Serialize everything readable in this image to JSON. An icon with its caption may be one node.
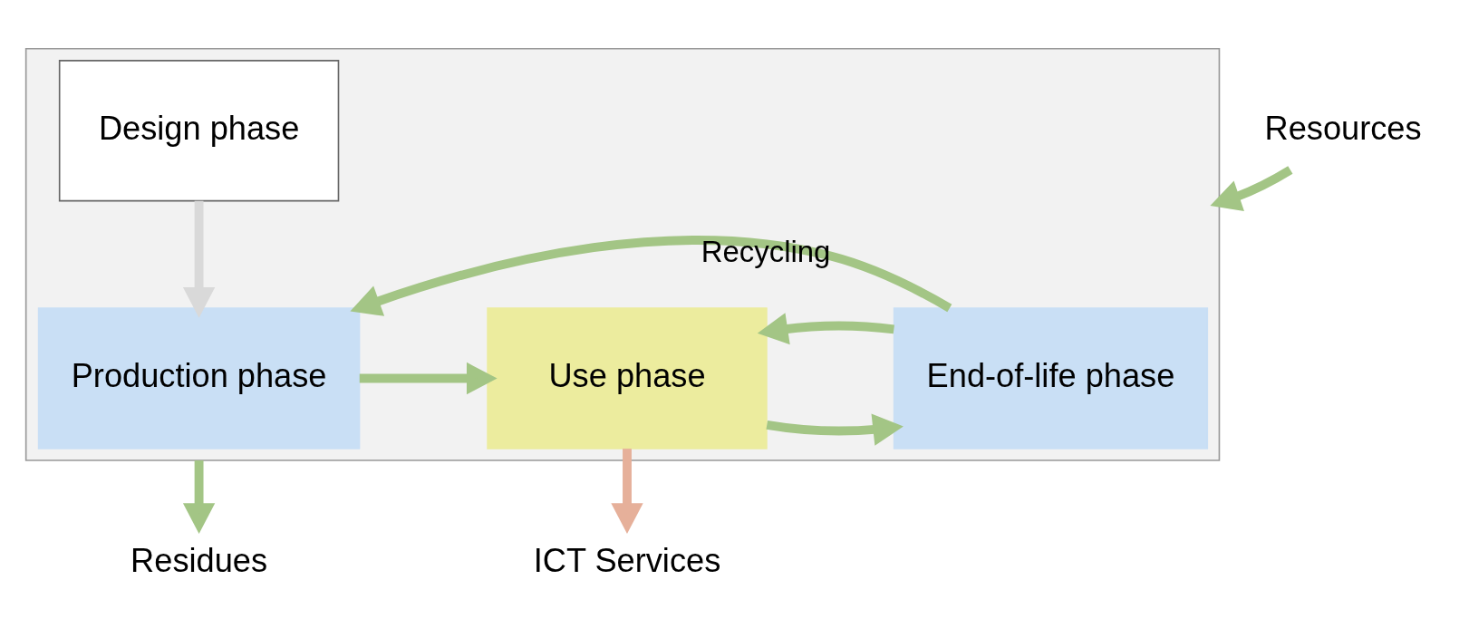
{
  "diagram": {
    "nodes": [
      {
        "text": [],
        "shape": "box"
      },
      {
        "text": [
          "Production phase"
        ],
        "in": 0
      },
      {
        "text": [
          "Use phase"
        ],
        "in": 0
      },
      {
        "text": [
          "End-of-life phase"
        ],
        "in": 0
      },
      {
        "text": [
          "Design phase"
        ],
        "in": 0
      },
      {
        "text": [
          "ICT Services"
        ]
      },
      {
        "text": [
          "Resources"
        ]
      },
      {
        "text": [
          "Residues"
        ]
      }
    ],
    "edges": [
      {
        "from": 1,
        "to": 2,
        "arrow": "to"
      },
      {
        "from": 2,
        "to": 3,
        "arrow": "to"
      },
      {
        "from": 4,
        "to": 1,
        "arrow": "to",
        "color": "#d9d9d9"
      },
      {
        "from": 2,
        "to": 5,
        "arrow": "to",
        "color": "#e6b09a"
      },
      {
        "from": 6,
        "to": 0,
        "arrow": "to"
      },
      {
        "from": 0,
        "to": 7,
        "arrow": "to"
      },
      {
        "from": 3,
        "to": 1,
        "arrow": "to",
        "label": "Recycling"
      },
      {
        "from": 3,
        "to": 2,
        "arrow": "to"
      }
    ]
  }
}
